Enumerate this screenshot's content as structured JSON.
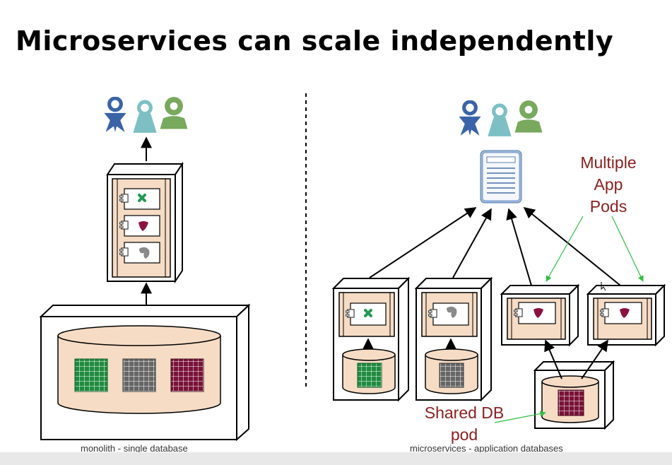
{
  "title": "Microservices can scale independently",
  "monolith_caption": "monolith - single database",
  "microservices_caption": "microservices - application databases",
  "annotations": {
    "app_pods": [
      "Multiple",
      "App",
      "Pods"
    ],
    "shared_db": [
      "Shared DB",
      "pod"
    ]
  },
  "icons": {
    "users": [
      "user-blue-icon",
      "user-teal-icon",
      "user-green-icon"
    ],
    "document": "document-icon",
    "components": [
      "green-x-icon",
      "red-heart-icon",
      "gray-blob-icon"
    ],
    "databases": [
      "green-grid-icon",
      "gray-grid-icon",
      "red-grid-icon"
    ]
  },
  "colors": {
    "blue_user": "#3a64a7",
    "teal_user": "#7cc0c4",
    "green_user": "#78a95d",
    "container_fill": "#f6dcc5",
    "db_green": "#1f8b3f",
    "db_gray": "#666666",
    "db_red": "#7a1237",
    "annotation": "#8b2020",
    "annotation_arrow": "#2fbf3f"
  }
}
